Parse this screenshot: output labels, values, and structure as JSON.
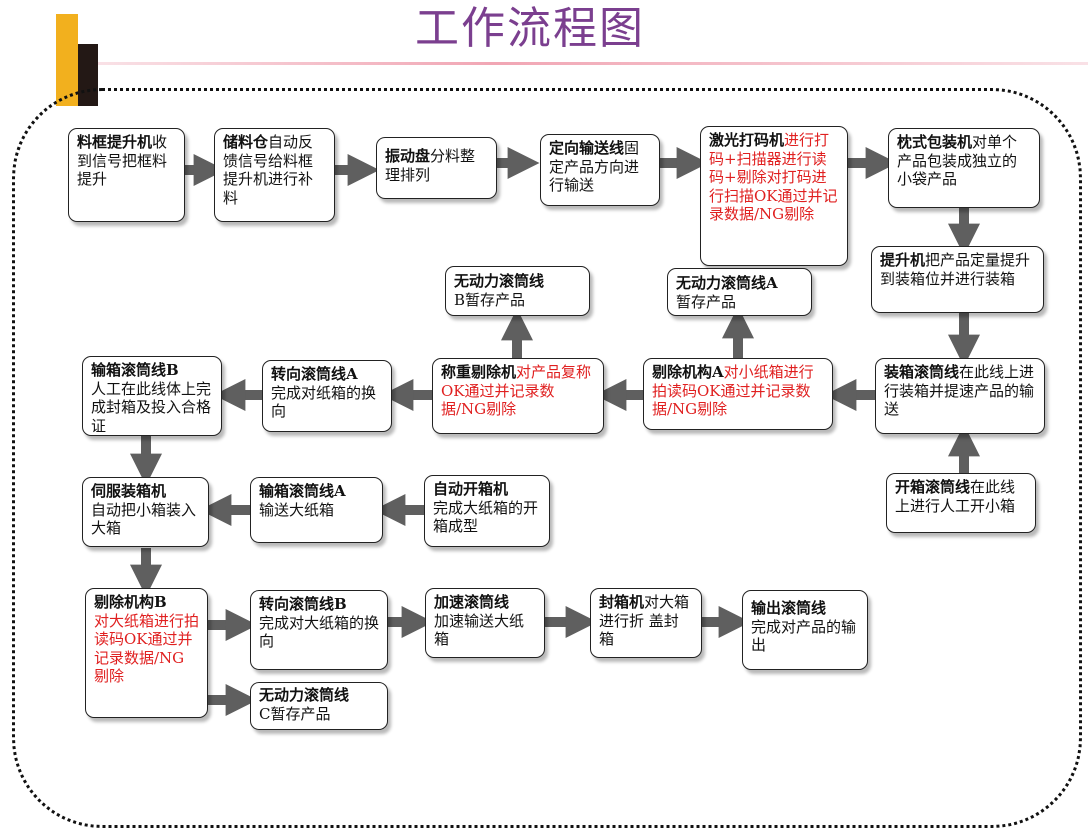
{
  "title": "工作流程图",
  "colors": {
    "title": "#7b3f8f",
    "accent_yellow": "#f2b01e",
    "red_text": "#e02020",
    "arrow": "#5f5f5f"
  },
  "nodes": {
    "n1": {
      "bold": "料框提升机",
      "text": "收到信号把框料提升",
      "red": ""
    },
    "n2": {
      "bold": "储料仓",
      "text": "自动反馈信号给料框提升机进行补料",
      "red": ""
    },
    "n3": {
      "bold": "振动盘",
      "text": "分料整理排列",
      "red": ""
    },
    "n4": {
      "bold": "定向输送线",
      "text": "固定产品方向进行输送",
      "red": ""
    },
    "n5": {
      "bold": "激光打码机",
      "text": "",
      "red": "进行打码+扫描器进行读码+剔除对打码进行扫描OK通过并记录数据/NG剔除"
    },
    "n6": {
      "bold": "枕式包装机",
      "text": "对单个产品包装成独立的小袋产品",
      "red": ""
    },
    "n7": {
      "bold": "提升机",
      "text": "把产品定量提升到装箱位并进行装箱",
      "red": ""
    },
    "n8": {
      "bold": "装箱滚筒线",
      "text": "在此线上进行装箱并提速产品的输送",
      "red": ""
    },
    "n9": {
      "bold": "开箱滚筒线",
      "text": "在此线上进行人工开小箱",
      "red": ""
    },
    "n10": {
      "bold": "剔除机构A",
      "text": "",
      "red": "对小纸箱进行拍读码OK通过并记录数据/NG剔除"
    },
    "n11": {
      "bold": "无动力滚筒线A",
      "text": "暂存产品",
      "red": ""
    },
    "n12": {
      "bold": "称重剔除机",
      "text": "",
      "red": "对产品复称OK通过并记录数据/NG剔除"
    },
    "n13": {
      "bold": "无动力滚筒线",
      "text": "B暂存产品",
      "red": ""
    },
    "n14": {
      "bold": "转向滚筒线A",
      "text": "完成对纸箱的换向",
      "red": ""
    },
    "n15": {
      "bold": "输箱滚筒线B",
      "text": "人工在此线体上完成封箱及投入合格证",
      "red": ""
    },
    "n16": {
      "bold": "伺服装箱机",
      "text": "自动把小箱装入大箱",
      "red": ""
    },
    "n17": {
      "bold": "输箱滚筒线A",
      "text": "输送大纸箱",
      "red": ""
    },
    "n18": {
      "bold": "自动开箱机",
      "text": "完成大纸箱的开箱成型",
      "red": ""
    },
    "n19": {
      "bold": "剔除机构B",
      "text": "",
      "red": "对大纸箱进行拍读码OK通过并记录数据/NG剔除"
    },
    "n20": {
      "bold": "转向滚筒线B",
      "text": "完成对大纸箱的换向",
      "red": ""
    },
    "n21": {
      "bold": "加速滚筒线",
      "text": "加速输送大纸箱",
      "red": ""
    },
    "n22": {
      "bold": "封箱机",
      "text": "对大箱进行折 盖封箱",
      "red": ""
    },
    "n23": {
      "bold": "输出滚筒线",
      "text": "完成对产品的输出",
      "red": ""
    },
    "n24": {
      "bold": "无动力滚筒线",
      "text": "C暂存产品",
      "red": ""
    }
  }
}
